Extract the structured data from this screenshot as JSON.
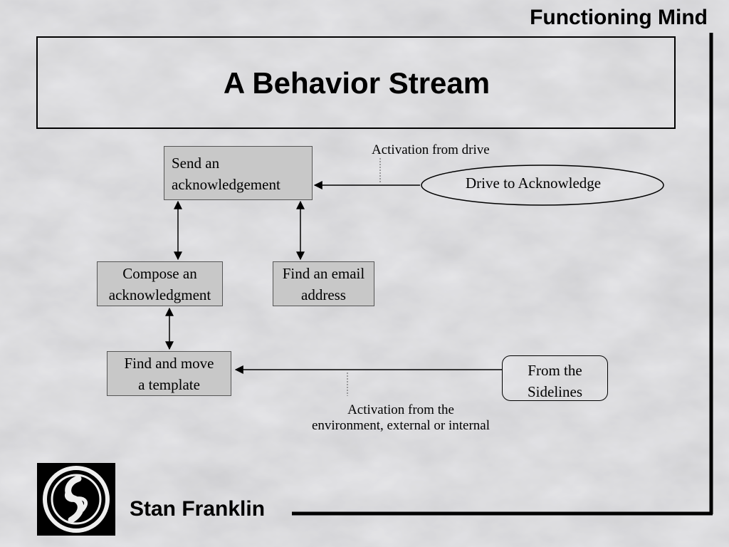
{
  "header": {
    "title": "Functioning Mind"
  },
  "slide": {
    "title": "A Behavior Stream"
  },
  "nodes": {
    "send": {
      "line1": "Send an",
      "line2": "acknowledgement"
    },
    "compose": {
      "line1": "Compose an",
      "line2": "acknowledgment"
    },
    "find_email": {
      "line1": "Find an email",
      "line2": "address"
    },
    "find_template": {
      "line1": "Find and move",
      "line2": "a template"
    },
    "drive": {
      "label": "Drive  to Acknowledge"
    },
    "sidelines": {
      "line1": "From the",
      "line2": "Sidelines"
    }
  },
  "labels": {
    "activation_drive": "Activation from drive",
    "activation_env_line1": "Activation from the",
    "activation_env_line2": "environment, external or internal"
  },
  "footer": {
    "author": "Stan Franklin"
  }
}
